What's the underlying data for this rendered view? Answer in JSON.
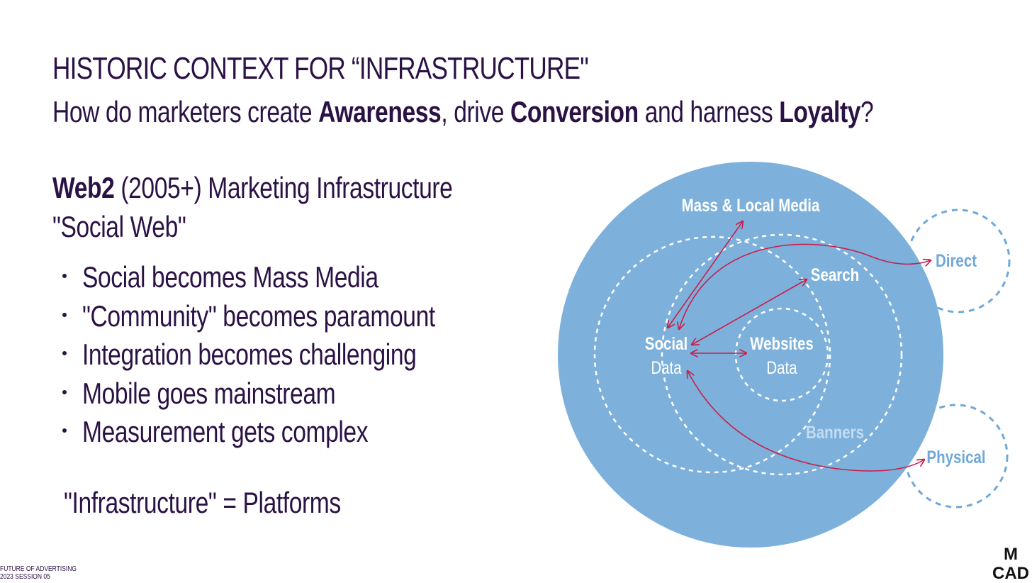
{
  "title": "HISTORIC CONTEXT FOR “INFRASTRUCTURE\"",
  "question": {
    "p1": "How do marketers create ",
    "b1": "Awareness",
    "p2": ", drive ",
    "b2": "Conversion",
    "p3": " and harness ",
    "b3": "Loyalty",
    "p4": "?"
  },
  "heading": {
    "bold": "Web2",
    "rest": " (2005+) Marketing Infrastructure",
    "subtitle": "\"Social Web\""
  },
  "bullets": [
    "Social becomes Mass Media",
    "\"Community\" becomes paramount",
    "Integration becomes challenging",
    "Mobile goes mainstream",
    "Measurement gets complex"
  ],
  "infrastructure_line": "\"Infrastructure\" = Platforms",
  "footer": {
    "line1": "FUTURE OF ADVERTISING",
    "line2": "2023 SESSION 05"
  },
  "logo": {
    "line1": "M",
    "line2": "CAD"
  },
  "diagram": {
    "labels": {
      "mass_local_media": "Mass & Local Media",
      "search": "Search",
      "direct": "Direct",
      "social": "Social",
      "social_data": "Data",
      "websites": "Websites",
      "websites_data": "Data",
      "banners": "Banners",
      "physical": "Physical"
    },
    "colors": {
      "big_circle": "#7db1db",
      "white_label": "#ffffff",
      "faded_label": "#c5dcf0",
      "outer_label": "#6fa8d8",
      "dashed_white": "#ffffff",
      "dashed_outer": "#6fa8d8",
      "arrow": "#c8204d",
      "text_dark": "#2b1245"
    }
  }
}
